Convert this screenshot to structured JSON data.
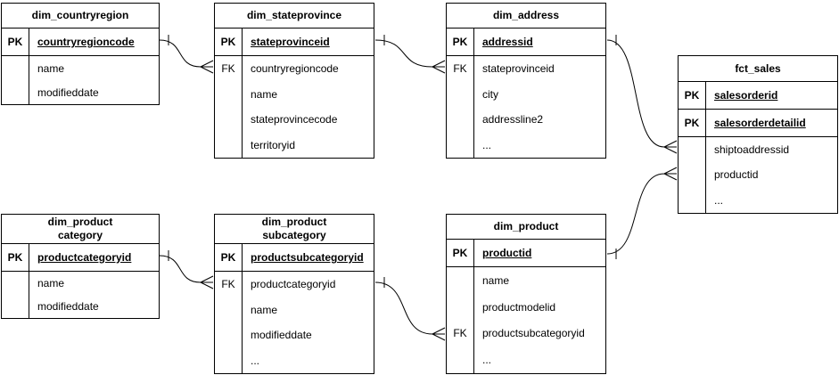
{
  "diagram": {
    "colors": {
      "border": "#000000",
      "background": "#ffffff",
      "text": "#000000"
    },
    "tables": [
      {
        "title": "dim_countryregion",
        "rows": [
          {
            "key": "PK",
            "label": "countryregioncode"
          },
          {
            "key": "",
            "label": "name"
          },
          {
            "key": "",
            "label": "modifieddate"
          }
        ]
      },
      {
        "title": "dim_stateprovince",
        "rows": [
          {
            "key": "PK",
            "label": "stateprovinceid"
          },
          {
            "key": "FK",
            "label": "countryregioncode"
          },
          {
            "key": "",
            "label": "name"
          },
          {
            "key": "",
            "label": "stateprovincecode"
          },
          {
            "key": "",
            "label": "territoryid"
          }
        ]
      },
      {
        "title": "dim_address",
        "rows": [
          {
            "key": "PK",
            "label": "addressid"
          },
          {
            "key": "FK",
            "label": "stateprovinceid"
          },
          {
            "key": "",
            "label": "city"
          },
          {
            "key": "",
            "label": "addressline2"
          },
          {
            "key": "",
            "label": "..."
          }
        ]
      },
      {
        "title": "fct_sales",
        "rows": [
          {
            "key": "PK",
            "label": "salesorderid"
          },
          {
            "key": "PK",
            "label": "salesorderdetailid"
          },
          {
            "key": "",
            "label": "shiptoaddressid"
          },
          {
            "key": "",
            "label": "productid"
          },
          {
            "key": "",
            "label": "..."
          }
        ]
      },
      {
        "title": "dim_product\ncategory",
        "rows": [
          {
            "key": "PK",
            "label": "productcategoryid"
          },
          {
            "key": "",
            "label": "name"
          },
          {
            "key": "",
            "label": "modifieddate"
          }
        ]
      },
      {
        "title": "dim_product\nsubcategory",
        "rows": [
          {
            "key": "PK",
            "label": "productsubcategoryid"
          },
          {
            "key": "FK",
            "label": "productcategoryid"
          },
          {
            "key": "",
            "label": "name"
          },
          {
            "key": "",
            "label": "modifieddate"
          },
          {
            "key": "",
            "label": "..."
          }
        ]
      },
      {
        "title": "dim_product",
        "rows": [
          {
            "key": "PK",
            "label": "productid"
          },
          {
            "key": "",
            "label": "name"
          },
          {
            "key": "",
            "label": "productmodelid"
          },
          {
            "key": "FK",
            "label": "productsubcategoryid"
          },
          {
            "key": "",
            "label": "..."
          }
        ]
      }
    ],
    "relationships": [
      {
        "name": "countryregion-stateprovince",
        "from_table": "dim_countryregion",
        "from_column": "countryregioncode",
        "from_cardinality": "one",
        "to_table": "dim_stateprovince",
        "to_column": "countryregioncode",
        "to_cardinality": "many"
      },
      {
        "name": "stateprovince-address",
        "from_table": "dim_stateprovince",
        "from_column": "stateprovinceid",
        "from_cardinality": "one",
        "to_table": "dim_address",
        "to_column": "stateprovinceid",
        "to_cardinality": "many"
      },
      {
        "name": "address-fctsales",
        "from_table": "dim_address",
        "from_column": "addressid",
        "from_cardinality": "one",
        "to_table": "fct_sales",
        "to_column": "shiptoaddressid",
        "to_cardinality": "many"
      },
      {
        "name": "product-fctsales",
        "from_table": "dim_product",
        "from_column": "productid",
        "from_cardinality": "one",
        "to_table": "fct_sales",
        "to_column": "productid",
        "to_cardinality": "many"
      },
      {
        "name": "category-subcategory",
        "from_table": "dim_productcategory",
        "from_column": "productcategoryid",
        "from_cardinality": "one",
        "to_table": "dim_productsubcategory",
        "to_column": "productcategoryid",
        "to_cardinality": "many"
      },
      {
        "name": "subcategory-product",
        "from_table": "dim_productsubcategory",
        "from_column": "productsubcategoryid",
        "from_cardinality": "one",
        "to_table": "dim_product",
        "to_column": "productsubcategoryid",
        "to_cardinality": "many"
      }
    ]
  }
}
